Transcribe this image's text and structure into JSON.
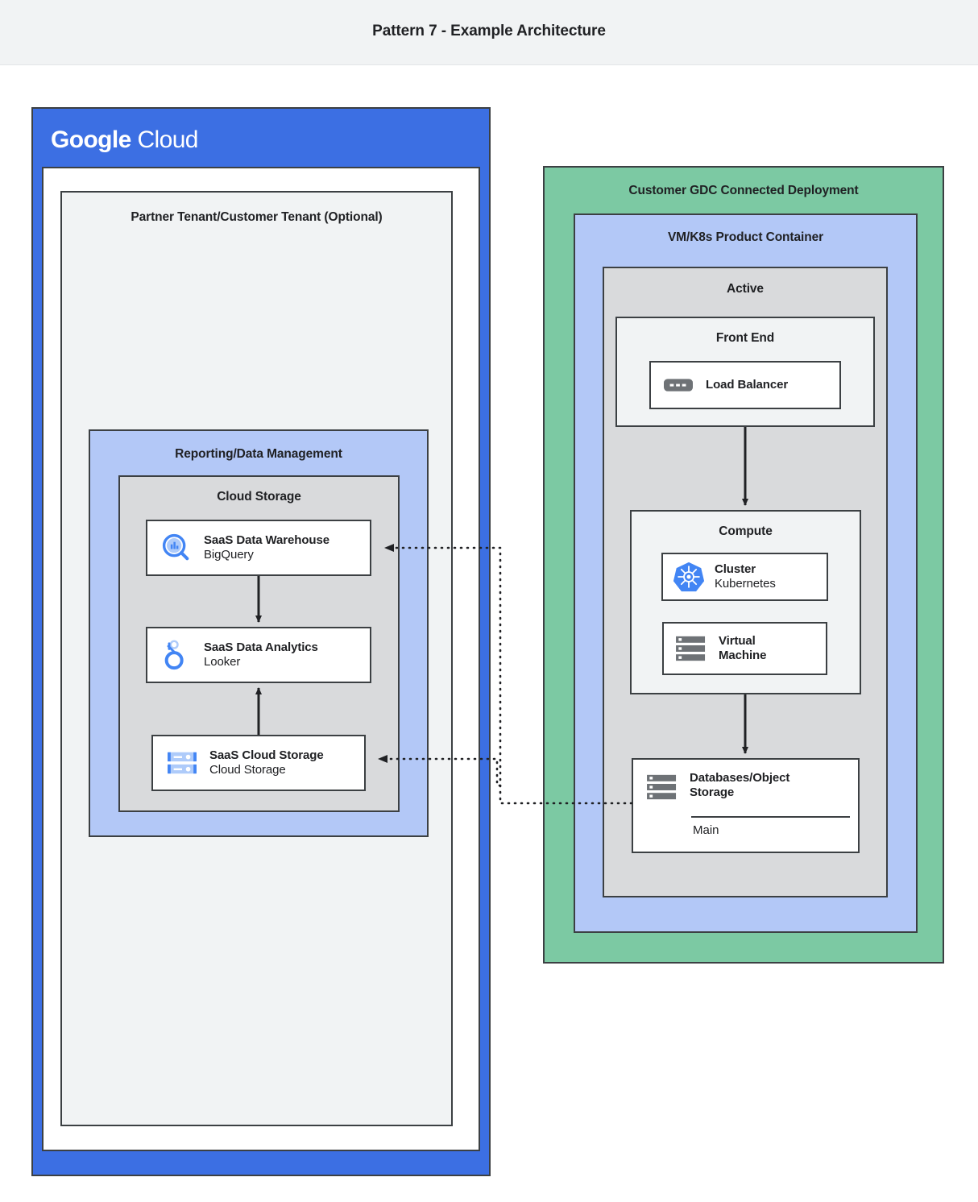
{
  "header": {
    "title": "Pattern 7 - Example Architecture"
  },
  "google_cloud": {
    "logo_bold": "Google",
    "logo_light": "Cloud",
    "partner_tenant_title": "Partner Tenant/Customer Tenant (Optional)",
    "reporting_title": "Reporting/Data Management",
    "cloud_storage_title": "Cloud Storage",
    "nodes": [
      {
        "title": "SaaS Data Warehouse",
        "subtitle": "BigQuery",
        "icon": "bigquery-icon"
      },
      {
        "title": "SaaS Data Analytics",
        "subtitle": "Looker",
        "icon": "looker-icon"
      },
      {
        "title": "SaaS Cloud Storage",
        "subtitle": "Cloud Storage",
        "icon": "cloud-storage-icon"
      }
    ]
  },
  "gdc": {
    "title": "Customer GDC Connected Deployment",
    "vmk8s_title": "VM/K8s Product Container",
    "active_title": "Active",
    "frontend_title": "Front End",
    "compute_title": "Compute",
    "load_balancer": {
      "title": "Load Balancer",
      "icon": "load-balancer-icon"
    },
    "cluster": {
      "title": "Cluster",
      "subtitle": "Kubernetes",
      "icon": "kubernetes-icon"
    },
    "virtual_machine": {
      "title_line1": "Virtual",
      "title_line2": "Machine",
      "icon": "virtual-machine-icon"
    },
    "database": {
      "title_line1": "Databases/Object",
      "title_line2": "Storage",
      "footer": "Main",
      "icon": "database-storage-icon"
    }
  },
  "colors": {
    "google_blue": "#3c6fe3",
    "light_blue": "#b3c8f7",
    "green": "#7cc9a3",
    "gray": "#d9dadc",
    "light_gray": "#f1f3f4",
    "stroke": "#3c4043",
    "icon_blue": "#4285f4",
    "icon_gray": "#6e7276"
  },
  "connections": [
    {
      "from": "bigquery-card",
      "to": "looker-card",
      "style": "solid"
    },
    {
      "from": "saas-storage-card",
      "to": "looker-card",
      "style": "solid"
    },
    {
      "from": "load-balancer",
      "to": "compute",
      "style": "solid"
    },
    {
      "from": "compute",
      "to": "database",
      "style": "solid"
    },
    {
      "from": "database",
      "to": "bigquery-card",
      "style": "dotted"
    },
    {
      "from": "database",
      "to": "saas-storage-card",
      "style": "dotted"
    }
  ]
}
